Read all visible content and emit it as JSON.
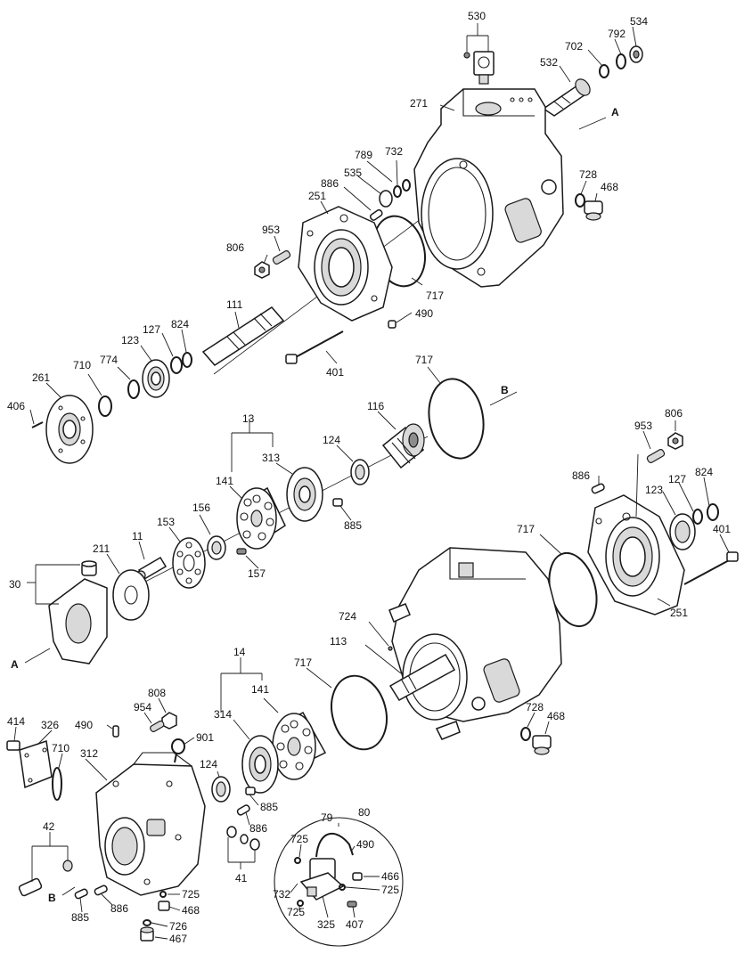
{
  "labels": {
    "p530": "530",
    "p534": "534",
    "p792": "792",
    "p702": "702",
    "p532": "532",
    "p271": "271",
    "pA1": "A",
    "p789": "789",
    "p732a": "732",
    "p535": "535",
    "p886a": "886",
    "p728a": "728",
    "p468a": "468",
    "p251a": "251",
    "p953a": "953",
    "p806a": "806",
    "p717a": "717",
    "p490a": "490",
    "p111": "111",
    "p824a": "824",
    "p127a": "127",
    "p123a": "123",
    "p774": "774",
    "p710a": "710",
    "p261": "261",
    "p406": "406",
    "p401a": "401",
    "p717b": "717",
    "pB1": "B",
    "p116": "116",
    "p13": "13",
    "p124a": "124",
    "p313": "313",
    "p141a": "141",
    "p885a": "885",
    "p156": "156",
    "p153": "153",
    "p11": "11",
    "p157": "157",
    "p211": "211",
    "p30": "30",
    "pA2": "A",
    "p806b": "806",
    "p953b": "953",
    "p886b": "886",
    "p127b": "127",
    "p824b": "824",
    "p123b": "123",
    "p401b": "401",
    "p717c": "717",
    "p251b": "251",
    "p724": "724",
    "p113": "113",
    "p14": "14",
    "p141b": "141",
    "p717d": "717",
    "p314": "314",
    "p728b": "728",
    "p468b": "468",
    "p808": "808",
    "p954": "954",
    "p490b": "490",
    "p901": "901",
    "p414": "414",
    "p326": "326",
    "p710b": "710",
    "p312": "312",
    "p124b": "124",
    "p885b": "885",
    "p886c": "886",
    "p42": "42",
    "p41": "41",
    "pB2": "B",
    "p885c": "885",
    "p886d": "886",
    "p725a": "725",
    "p468c": "468",
    "p726": "726",
    "p467": "467",
    "p80": "80",
    "p79": "79",
    "p725b": "725",
    "p490c": "490",
    "p466": "466",
    "p725c": "725",
    "p732b": "732",
    "p725d": "725",
    "p325": "325",
    "p407": "407"
  }
}
